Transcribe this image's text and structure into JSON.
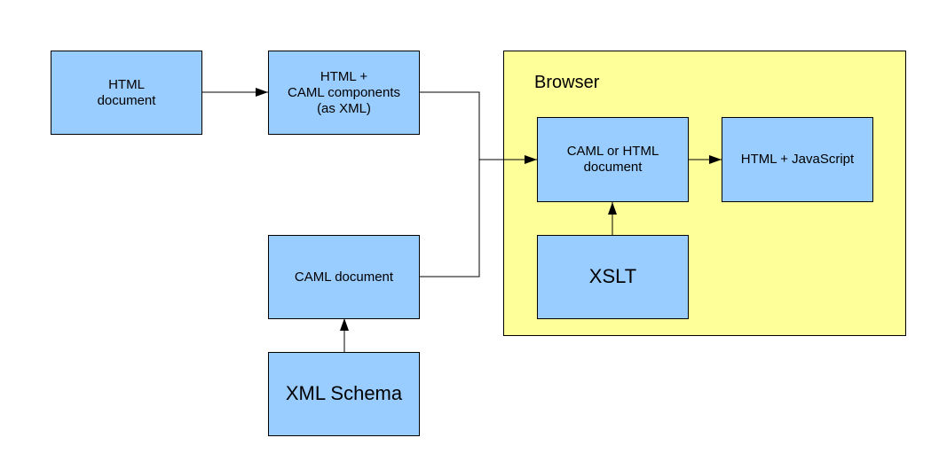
{
  "colors": {
    "box_fill": "#99ccff",
    "container_fill": "#ffff99",
    "stroke": "#000000",
    "background": "#ffffff"
  },
  "browser": {
    "title": "Browser"
  },
  "nodes": {
    "html_document": "HTML\ndocument",
    "html_caml_components": "HTML +\nCAML components\n(as XML)",
    "caml_document": "CAML document",
    "xml_schema": "XML Schema",
    "caml_or_html_document": "CAML or HTML\ndocument",
    "xslt": "XSLT",
    "html_javascript": "HTML + JavaScript"
  },
  "edges": [
    {
      "from": "html_document",
      "to": "html_caml_components"
    },
    {
      "from": "html_caml_components",
      "to": "caml_or_html_document"
    },
    {
      "from": "caml_document",
      "to": "caml_or_html_document"
    },
    {
      "from": "xml_schema",
      "to": "caml_document"
    },
    {
      "from": "xslt",
      "to": "caml_or_html_document"
    },
    {
      "from": "caml_or_html_document",
      "to": "html_javascript"
    }
  ]
}
